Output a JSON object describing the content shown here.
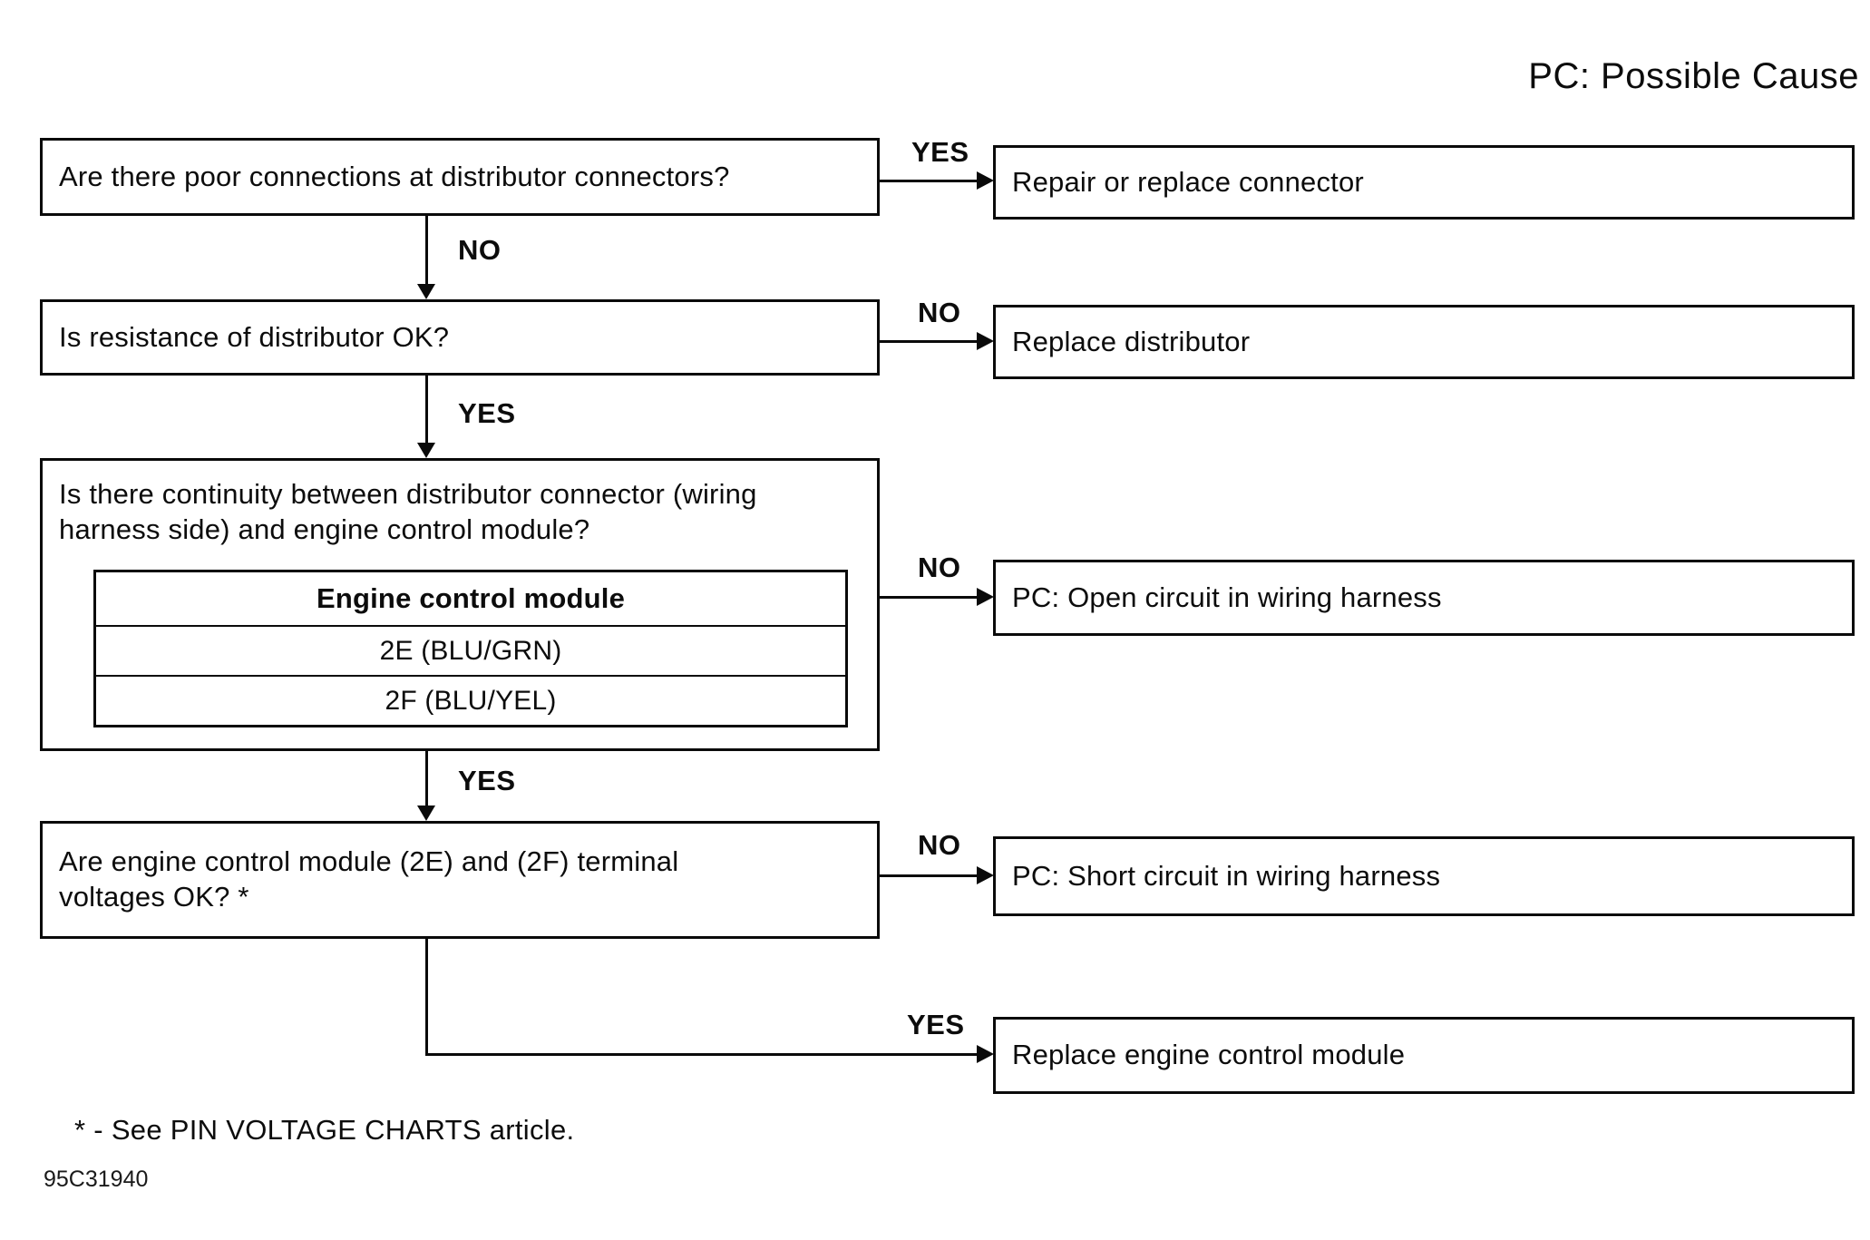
{
  "title": "PC: Possible Cause",
  "labels": {
    "yes": "YES",
    "no": "NO"
  },
  "questions": {
    "q1": "Are there poor connections at distributor connectors?",
    "q2": "Is resistance of distributor OK?",
    "q3": "Is there continuity between distributor connector (wiring harness side) and engine control module?",
    "q4": "Are engine control module (2E) and (2F) terminal voltages OK? *"
  },
  "results": {
    "a1": "Repair or replace connector",
    "a2": "Replace distributor",
    "a3": "PC: Open circuit in wiring harness",
    "a4": "PC: Short circuit in wiring harness",
    "a5": "Replace engine control module"
  },
  "ecm_table": {
    "header": "Engine control module",
    "rows": [
      "2E (BLU/GRN)",
      "2F (BLU/YEL)"
    ]
  },
  "footnote": "* - See PIN VOLTAGE CHARTS article.",
  "figure_id": "95C31940"
}
